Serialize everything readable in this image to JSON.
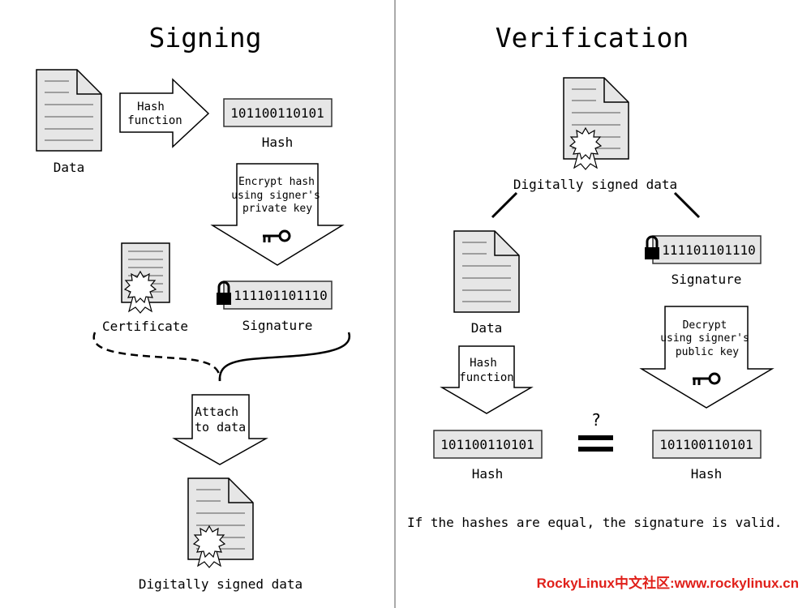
{
  "signing": {
    "title": "Signing",
    "data_label": "Data",
    "hash_arrow": [
      "Hash",
      "function"
    ],
    "hash_value": "101100110101",
    "hash_label": "Hash",
    "encrypt_arrow": [
      "Encrypt hash",
      "using signer's",
      "private key"
    ],
    "certificate_label": "Certificate",
    "signature_value": "111101101110",
    "signature_label": "Signature",
    "attach_arrow": [
      "Attach",
      "to data"
    ],
    "signed_data_label": "Digitally signed data"
  },
  "verification": {
    "title": "Verification",
    "signed_data_label": "Digitally signed data",
    "data_label": "Data",
    "signature_value": "111101101110",
    "signature_label": "Signature",
    "hash_arrow": [
      "Hash",
      "function"
    ],
    "decrypt_arrow": [
      "Decrypt",
      "using signer's",
      "public key"
    ],
    "hash_value_left": "101100110101",
    "hash_label_left": "Hash",
    "hash_value_right": "101100110101",
    "hash_label_right": "Hash",
    "question": "?",
    "conclusion": "If the hashes are equal, the signature is valid."
  },
  "watermark": "RockyLinux中文社区:www.rockylinux.cn",
  "colors": {
    "box_fill": "#e6e6e6",
    "watermark": "#e0201a"
  }
}
